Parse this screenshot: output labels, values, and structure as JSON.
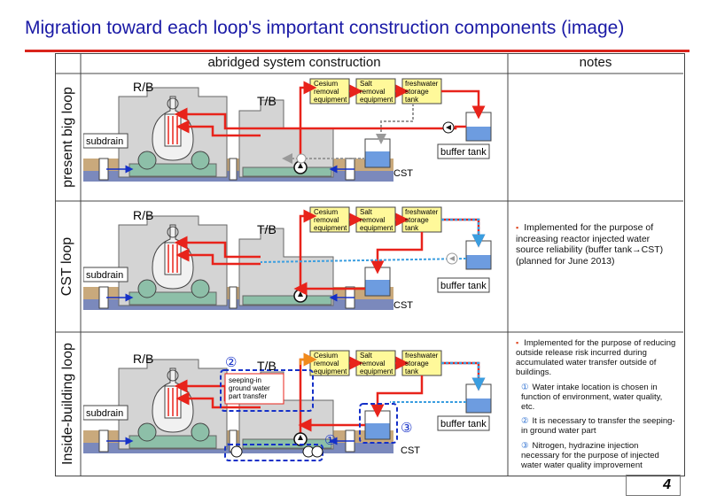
{
  "title": "Migration toward each loop's important construction components (image)",
  "table": {
    "col_system": "abridged system construction",
    "col_notes": "notes"
  },
  "rows": [
    {
      "label": "present big loop",
      "note": ""
    },
    {
      "label": "CST loop",
      "note": "Implemented for the purpose of increasing reactor injected water source reliability (buffer tank→CST) (planned for June 2013)"
    },
    {
      "label": "Inside-building loop",
      "note": "Implemented for the purpose of reducing outside release risk incurred during accumulated water transfer outside of buildings.",
      "items": [
        {
          "num": "①",
          "text": "Water intake location is chosen in function of environment, water quality, etc."
        },
        {
          "num": "②",
          "text": "It is necessary to transfer the seeping-in ground water part"
        },
        {
          "num": "③",
          "text": "Nitrogen, hydrazine injection necessary for the purpose of injected water water quality improvement"
        }
      ]
    }
  ],
  "diagram": {
    "rb": "R/B",
    "tb": "T/B",
    "subdrain": "subdrain",
    "cst": "CST",
    "buffer": "buffer tank",
    "cesium": [
      "Cesium",
      "removal",
      "equipment"
    ],
    "salt": [
      "Salt",
      "removal",
      "equipment"
    ],
    "fresh": [
      "freshwater",
      "storage",
      "tank"
    ],
    "seeping": [
      "seeping-in",
      "ground water",
      "part transfer"
    ],
    "n1": "①",
    "n2": "②",
    "n3": "③"
  },
  "page_number": "4",
  "colors": {
    "title": "#1a1aa6",
    "rule": "#d9241c",
    "flow": "#e8231b",
    "dashed": "#3a9ee0",
    "marker": "#1530c8"
  }
}
